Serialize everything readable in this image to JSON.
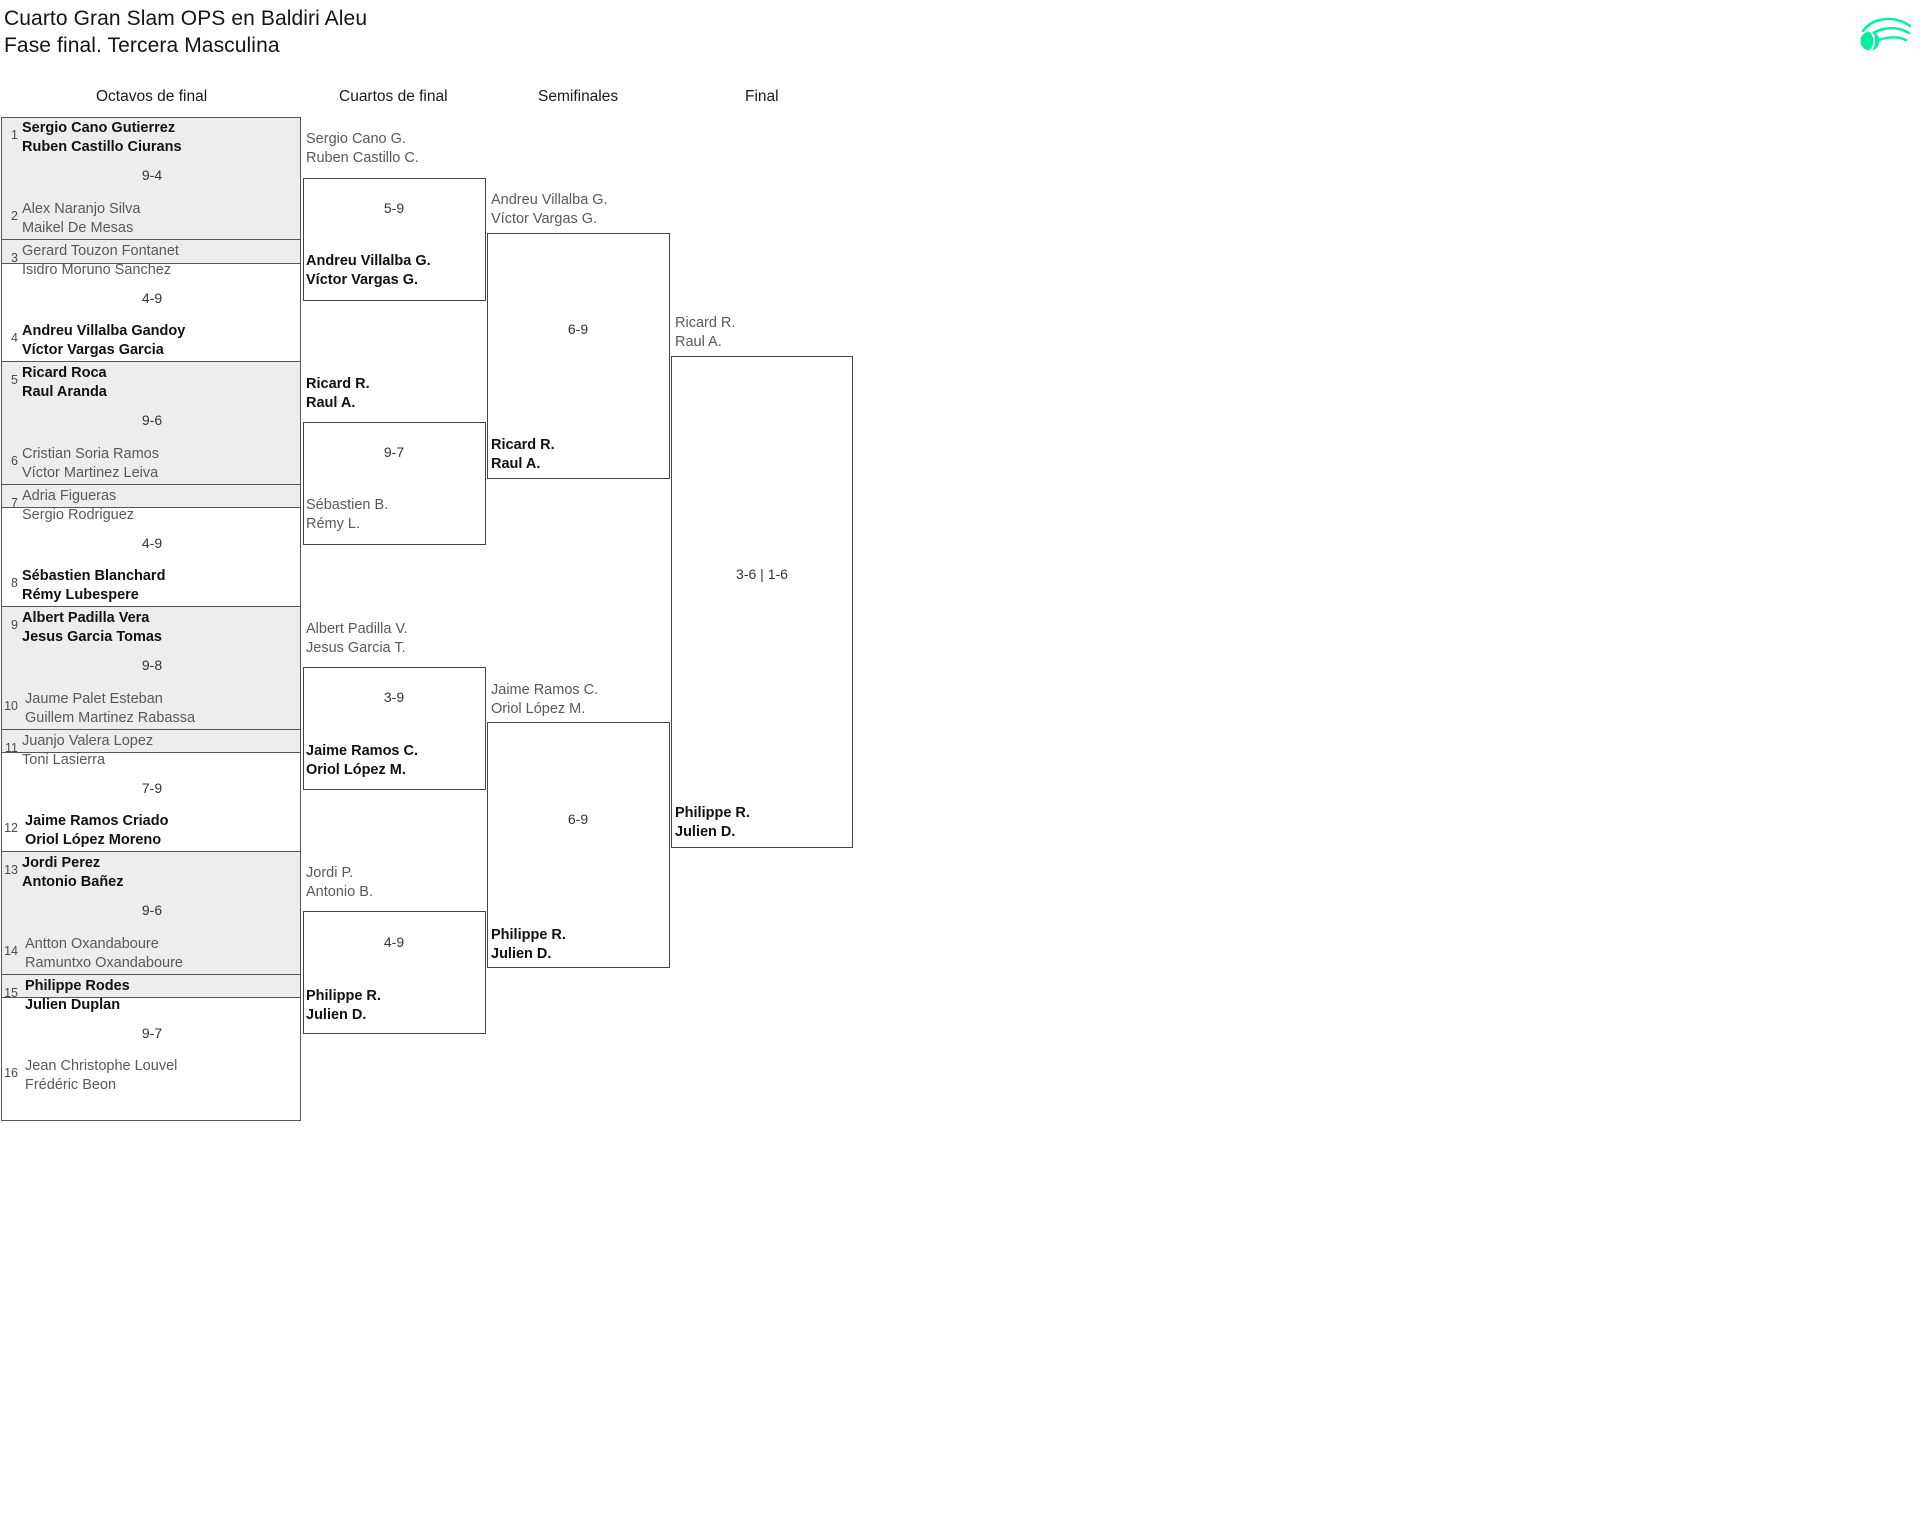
{
  "page": {
    "title_line1": "Cuarto Gran Slam OPS en Baldiri Aleu",
    "title_line2": "Fase final. Tercera Masculina",
    "logo_name": "tennis-ball-motion-logo",
    "accent_color": "#00F0A0"
  },
  "rounds": [
    {
      "id": "r16",
      "label": "Octavos de final"
    },
    {
      "id": "qf",
      "label": "Cuartos de final"
    },
    {
      "id": "sf",
      "label": "Semifinales"
    },
    {
      "id": "final",
      "label": "Final"
    }
  ],
  "round_of_16": {
    "matches": [
      {
        "score": "9-4",
        "top": {
          "seed": "1",
          "p1": "Sergio Cano Gutierrez",
          "p2": "Ruben Castillo Ciurans",
          "winner": true
        },
        "bottom": {
          "seed": "2",
          "p1": "Alex Naranjo Silva",
          "p2": "Maikel De Mesas",
          "winner": false
        }
      },
      {
        "score": "4-9",
        "top": {
          "seed": "3",
          "p1": "Gerard Touzon Fontanet",
          "p2": "Isidro Moruno Sanchez",
          "winner": false
        },
        "bottom": {
          "seed": "4",
          "p1": "Andreu Villalba Gandoy",
          "p2": "Víctor Vargas Garcia",
          "winner": true
        }
      },
      {
        "score": "9-6",
        "top": {
          "seed": "5",
          "p1": "Ricard Roca",
          "p2": "Raul Aranda",
          "winner": true
        },
        "bottom": {
          "seed": "6",
          "p1": "Cristian Soria Ramos",
          "p2": "Víctor Martinez Leiva",
          "winner": false
        }
      },
      {
        "score": "4-9",
        "top": {
          "seed": "7",
          "p1": "Adria Figueras",
          "p2": "Sergio Rodriguez",
          "winner": false
        },
        "bottom": {
          "seed": "8",
          "p1": "Sébastien Blanchard",
          "p2": "Rémy Lubespere",
          "winner": true
        }
      },
      {
        "score": "9-8",
        "top": {
          "seed": "9",
          "p1": "Albert Padilla Vera",
          "p2": "Jesus Garcia Tomas",
          "winner": true
        },
        "bottom": {
          "seed": "10",
          "p1": "Jaume Palet Esteban",
          "p2": "Guillem Martinez Rabassa",
          "winner": false
        }
      },
      {
        "score": "7-9",
        "top": {
          "seed": "11",
          "p1": "Juanjo Valera Lopez",
          "p2": "Toni Lasierra",
          "winner": false
        },
        "bottom": {
          "seed": "12",
          "p1": "Jaime Ramos Criado",
          "p2": "Oriol López Moreno",
          "winner": true
        }
      },
      {
        "score": "9-6",
        "top": {
          "seed": "13",
          "p1": "Jordi Perez",
          "p2": "Antonio Bañez",
          "winner": true
        },
        "bottom": {
          "seed": "14",
          "p1": "Antton Oxandaboure",
          "p2": "Ramuntxo Oxandaboure",
          "winner": false
        }
      },
      {
        "score": "9-7",
        "top": {
          "seed": "15",
          "p1": "Philippe Rodes",
          "p2": "Julien Duplan",
          "winner": true
        },
        "bottom": {
          "seed": "16",
          "p1": "Jean Christophe Louvel",
          "p2": "Frédéric Beon",
          "winner": false
        }
      }
    ]
  },
  "quarterfinals": {
    "matches": [
      {
        "score": "5-9",
        "top": {
          "p1": "Sergio Cano G.",
          "p2": "Ruben Castillo C.",
          "winner": false
        },
        "bottom": {
          "p1": "Andreu Villalba G.",
          "p2": "Víctor Vargas G.",
          "winner": true
        }
      },
      {
        "score": "9-7",
        "top": {
          "p1": "Ricard R.",
          "p2": "Raul A.",
          "winner": true
        },
        "bottom": {
          "p1": "Sébastien B.",
          "p2": "Rémy L.",
          "winner": false
        }
      },
      {
        "score": "3-9",
        "top": {
          "p1": "Albert Padilla V.",
          "p2": "Jesus Garcia T.",
          "winner": false
        },
        "bottom": {
          "p1": "Jaime Ramos C.",
          "p2": "Oriol López M.",
          "winner": true
        }
      },
      {
        "score": "4-9",
        "top": {
          "p1": "Jordi P.",
          "p2": "Antonio B.",
          "winner": false
        },
        "bottom": {
          "p1": "Philippe R.",
          "p2": "Julien D.",
          "winner": true
        }
      }
    ]
  },
  "semifinals": {
    "matches": [
      {
        "score": "6-9",
        "top": {
          "p1": "Andreu Villalba G.",
          "p2": "Víctor Vargas G.",
          "winner": false
        },
        "bottom": {
          "p1": "Ricard R.",
          "p2": "Raul A.",
          "winner": true
        }
      },
      {
        "score": "6-9",
        "top": {
          "p1": "Jaime Ramos C.",
          "p2": "Oriol López M.",
          "winner": false
        },
        "bottom": {
          "p1": "Philippe R.",
          "p2": "Julien D.",
          "winner": true
        }
      }
    ]
  },
  "final": {
    "matches": [
      {
        "score": "3-6 | 1-6",
        "top": {
          "p1": "Ricard R.",
          "p2": "Raul A.",
          "winner": false
        },
        "bottom": {
          "p1": "Philippe R.",
          "p2": "Julien D.",
          "winner": true
        }
      }
    ]
  }
}
